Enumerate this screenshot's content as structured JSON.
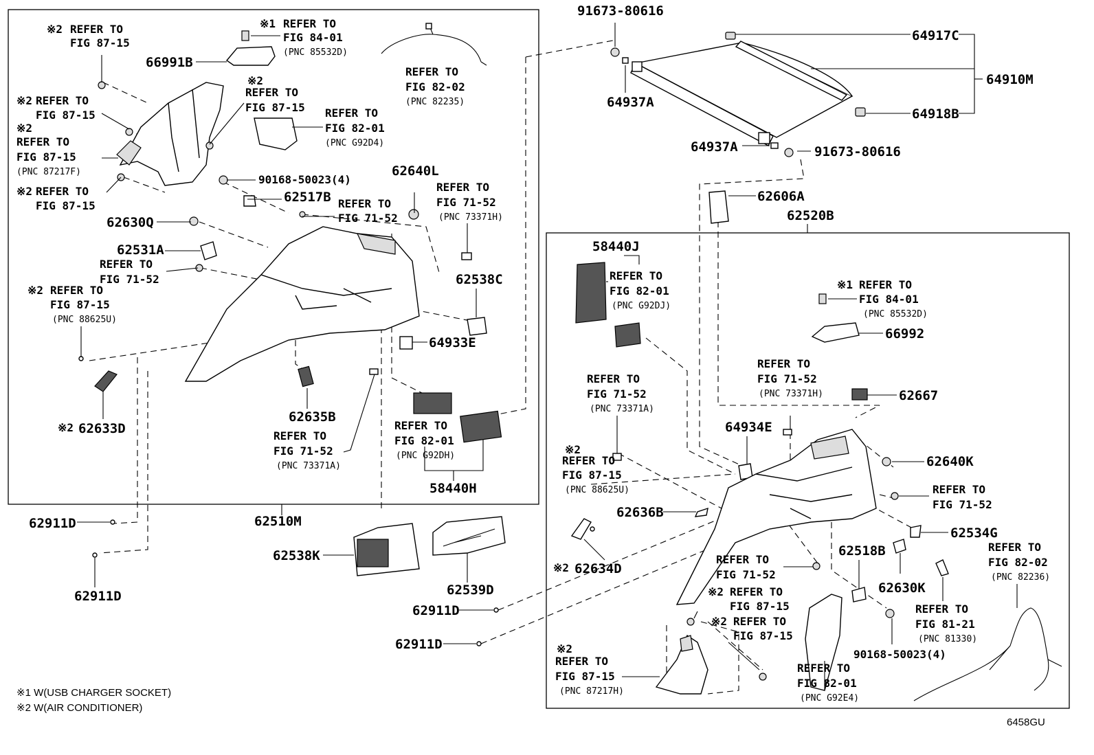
{
  "parts": {
    "p91673_top": "91673-80616",
    "p64917C": "64917C",
    "p64910M": "64910M",
    "p64918B": "64918B",
    "p64937A_1": "64937A",
    "p64937A_2": "64937A",
    "p91673_mid": "91673-80616",
    "p62606A": "62606A",
    "p62520B": "62520B",
    "p66991B": "66991B",
    "p90168_left": "90168-50023(4)",
    "p62517B": "62517B",
    "p62640L": "62640L",
    "p62630Q": "62630Q",
    "p62531A": "62531A",
    "p62538C": "62538C",
    "p64933E": "64933E",
    "p62633D": "62633D",
    "p62635B": "62635B",
    "p58440H": "58440H",
    "p62911D_1": "62911D",
    "p62510M": "62510M",
    "p62911D_2": "62911D",
    "p62538K": "62538K",
    "p62539D": "62539D",
    "p62911D_3": "62911D",
    "p62911D_4": "62911D",
    "p58440J": "58440J",
    "p66992": "66992",
    "p62667": "62667",
    "p64934E": "64934E",
    "p62640K": "62640K",
    "p62636B": "62636B",
    "p62534G": "62534G",
    "p62634D": "62634D",
    "p62518B": "62518B",
    "p62630K": "62630K",
    "p90168_right": "90168-50023(4)"
  },
  "refs": {
    "refer_to": "REFER TO",
    "fig_87_15": "FIG 87-15",
    "fig_84_01": "FIG 84-01",
    "fig_82_02": "FIG 82-02",
    "fig_82_01": "FIG 82-01",
    "fig_71_52": "FIG 71-52",
    "fig_81_21": "FIG 81-21",
    "pnc_85532D": "(PNC 85532D)",
    "pnc_82235": "(PNC 82235)",
    "pnc_G92D4": "(PNC G92D4)",
    "pnc_87217F": "(PNC 87217F)",
    "pnc_73371H": "(PNC 73371H)",
    "pnc_88625U": "(PNC 88625U)",
    "pnc_73371A": "(PNC 73371A)",
    "pnc_G92DH": "(PNC G92DH)",
    "pnc_G92DJ": "(PNC G92DJ)",
    "pnc_82236": "(PNC 82236)",
    "pnc_81330": "(PNC 81330)",
    "pnc_87217H": "(PNC 87217H)",
    "pnc_G92E4": "(PNC G92E4)",
    "mark1": "※1",
    "mark2": "※2"
  },
  "footnotes": {
    "note1": "※1 W(USB CHARGER SOCKET)",
    "note2": "※2 W(AIR CONDITIONER)"
  },
  "diagram_code": "6458GU"
}
